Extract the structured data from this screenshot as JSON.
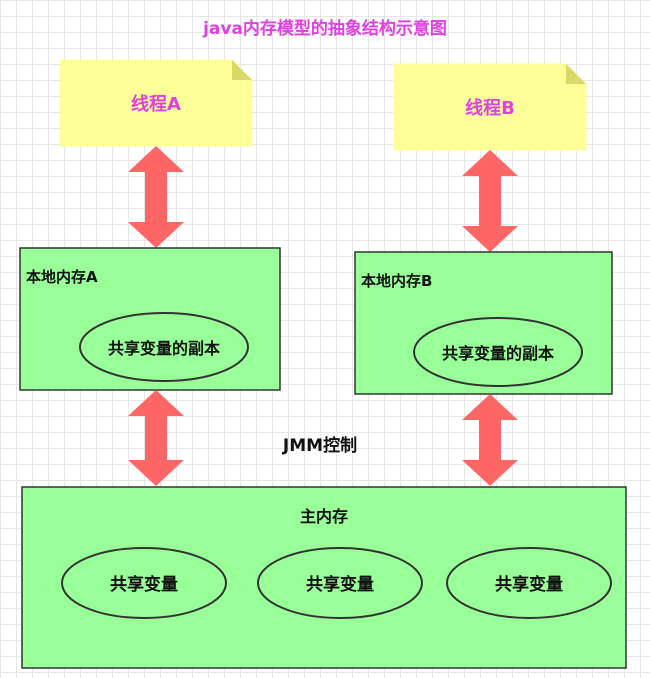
{
  "title": "java内存模型的抽象结构示意图",
  "thread_a": "线程A",
  "thread_b": "线程B",
  "local_memory_a": {
    "label": "本地内存A",
    "copy": "共享变量的副本"
  },
  "local_memory_b": {
    "label": "本地内存B",
    "copy": "共享变量的副本"
  },
  "jmm_control": "JMM控制",
  "main_memory": {
    "label": "主内存",
    "vars": [
      "共享变量",
      "共享变量",
      "共享变量"
    ]
  },
  "colors": {
    "title": "#e040e0",
    "thread_fill": "#ffff99",
    "thread_text": "#e040e0",
    "memory_fill": "#99ff99",
    "arrow": "#ff6666",
    "border": "#333333"
  }
}
